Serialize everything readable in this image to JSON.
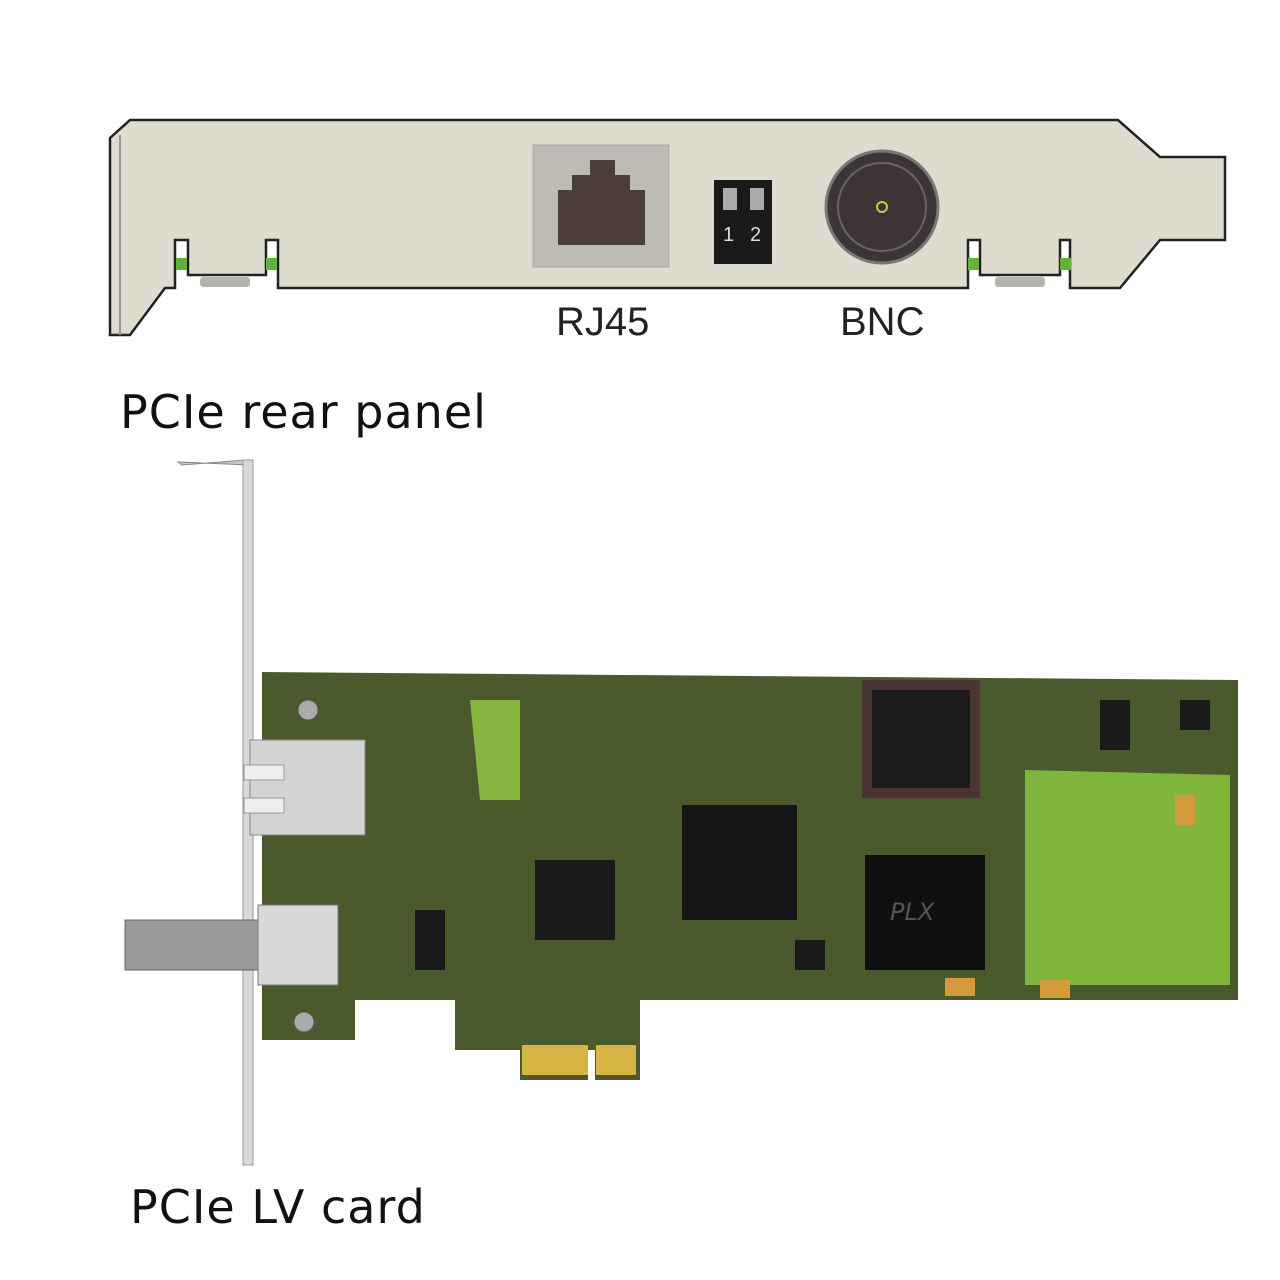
{
  "rear_panel": {
    "caption": "PCIe rear panel",
    "rj45_label": "RJ45",
    "bnc_label": "BNC",
    "switch_labels": [
      "1",
      "2"
    ]
  },
  "card": {
    "caption": "PCIe LV card",
    "chip_marking": "PLX"
  },
  "colors": {
    "bracket": "#dedbcf",
    "pcb": "#4a5a2c",
    "pcb_light": "#7fb53a"
  }
}
